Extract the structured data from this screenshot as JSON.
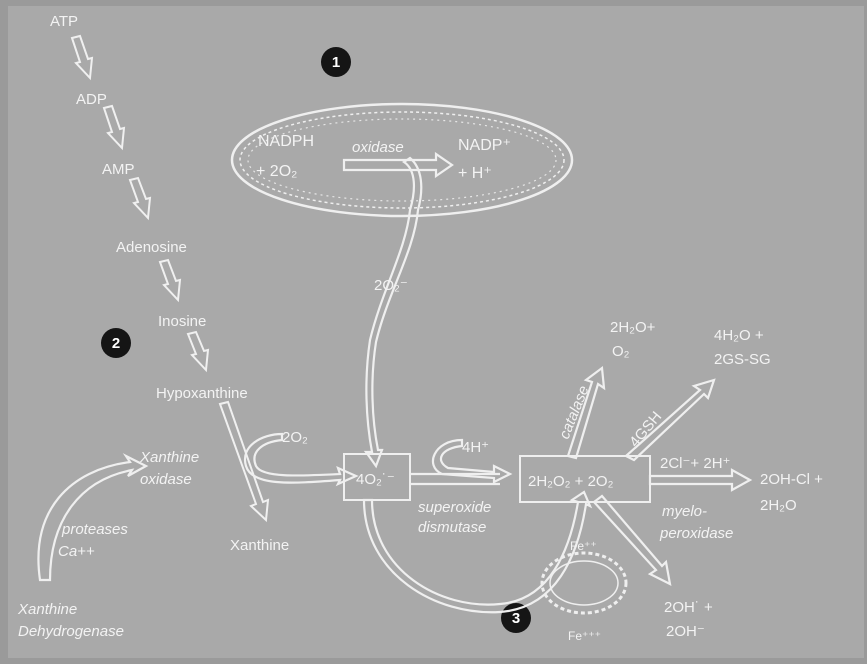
{
  "badges": {
    "b1": "1",
    "b2": "2",
    "b3": "3"
  },
  "purine_pathway": {
    "atp": "ATP",
    "adp": "ADP",
    "amp": "AMP",
    "adenosine": "Adenosine",
    "inosine": "Inosine",
    "hypoxanthine": "Hypoxanthine",
    "xanthine": "Xanthine"
  },
  "xanthine_conversion": {
    "enzyme_line1": "Xanthine",
    "enzyme_line2": "oxidase",
    "proteases": "proteases",
    "calcium": "Ca++",
    "source_line1": "Xanthine",
    "source_line2": "Dehydrogenase"
  },
  "membrane": {
    "nadph": "NADPH",
    "oxidase": "oxidase",
    "o2_in": "+ 2O₂",
    "nadp": "NADP⁺",
    "h_plus": "+ H⁺",
    "superoxide_out": "2O₂⁻"
  },
  "reactions": {
    "o2_input": "2O₂",
    "superoxide_box": "4O₂˙⁻",
    "protons": "4H⁺",
    "sod_line1": "superoxide",
    "sod_line2": "dismutase",
    "peroxide_box": "2H₂O₂ + 2O₂",
    "catalase": "catalase",
    "catalase_product_line1": "2H₂O+",
    "catalase_product_line2": "O₂",
    "gsh": "4GSH",
    "gpx_product_line1": "4H₂O +",
    "gpx_product_line2": "2GS-SG",
    "chloride": "2Cl⁻+ 2H⁺",
    "mpo_product_line1": "2OH-Cl +",
    "mpo_product_line2": "2H₂O",
    "mpo_line1": "myelo-",
    "mpo_line2": "peroxidase",
    "fe2": "Fe⁺⁺",
    "fe3": "Fe⁺⁺⁺",
    "hydroxyl_line1": "2OH˙ +",
    "hydroxyl_line2": "2OH⁻"
  }
}
